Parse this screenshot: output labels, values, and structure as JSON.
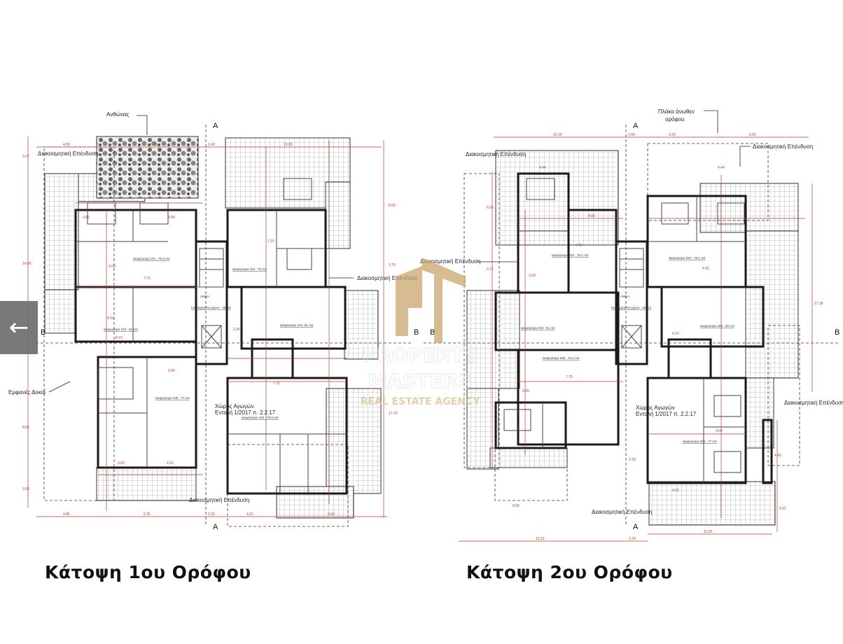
{
  "titles": {
    "floor1": "Κάτοψη 1ου Ορόφου",
    "floor2": "Κάτοψη 2ου Ορόφου"
  },
  "navigation": {
    "prev_icon": "arrow-left-icon",
    "prev_glyph": "←"
  },
  "watermark": {
    "line1": "PROPERTY",
    "line2": "MASTERS",
    "line3": "REAL ESTATE AGENCY",
    "color": "#c9a66b"
  },
  "colors": {
    "dimension": "#c0392b",
    "wall": "#1a1a1a",
    "tile": "#9a9a9a"
  },
  "floor1": {
    "annotations": {
      "garden": "Ανθώνας",
      "cladding_top": "Διακοσμητική Επένδυση",
      "cladding_right": "Διακοσμητική Επένδυση",
      "cladding_bottom": "Διακοσμητική Επένδυση",
      "beams": "Εμφανές Δοκοί",
      "ducts_1": "Χώρος Αγωγών",
      "ducts_2": "Εντολή 1/2017 π. 2.2.17"
    },
    "rooms": {
      "apt101": "Διαμέρισμα 101 : 75,5 m2",
      "apt102": "Διαμέρισμα 102 : 75 m2",
      "apt103": "Διαμέρισμα 103 : 61 m2",
      "apt104": "Διαμέρισμα 104: 61 m2",
      "apt105": "Διαμέρισμα 105 : 77 m2",
      "apt106": "Διαμέρισμα 106 : 78,5 m2",
      "common": "Κοινόχρηστοι χώροι : 48 m2",
      "accessible": "ΑΜΕΑ"
    },
    "dimensions": {
      "top": [
        "4.85",
        "6.75",
        "2.40",
        "10.20"
      ],
      "bottom": [
        "4.85",
        "6.35",
        "2.39",
        "4.21",
        "9.00"
      ],
      "left": [
        "3.07",
        "14.85",
        "8.65",
        "3.90"
      ],
      "right": [
        "8.05",
        "3.75",
        "17.23"
      ],
      "inner": [
        "3.60",
        "3.00",
        "4.00",
        "7.75",
        "7.15",
        "4.52",
        "8.15",
        "1.25",
        "7.75",
        "3.40",
        "3.60",
        "4.15"
      ]
    },
    "sections": {
      "a_top": "A",
      "a_bottom": "A",
      "b_left": "B",
      "b_right": "B"
    }
  },
  "floor2": {
    "annotations": {
      "slab_1": "Πλάκα άνωθεν",
      "slab_2": "ορόφου",
      "cladding_topleft": "Διακοσμητική Επένδυση",
      "cladding_topright": "Διακοσμητική Επένδυση",
      "cladding_left": "Διακοσμητική Επένδυση",
      "cladding_right": "Διακοσμητική Επένδυση",
      "cladding_bottom": "Διακοσμητική Επένδυση",
      "ducts_1": "Χώρος Αγωγών",
      "ducts_2": "Εντολή 1/2017 π. 2.2.17"
    },
    "rooms": {
      "apt201": "Διαμέρισμα 201 : 76,1 m2",
      "apt202": "Διαμέρισμα 202 : 75,1 m2",
      "apt203": "Διαμέρισμα 203 : 61 m2",
      "apt204": "Διαμέρισμα 204 : 60 m2",
      "apt205": "Διαμέρισμα 205 : 78,2 m2",
      "apt206": "Διαμέρισμα 206 : 77 m2",
      "common": "Κοινόχρηστοι χώροι : 45 m2",
      "accessible": "ΑΜΕΑ"
    },
    "dimensions": {
      "top": [
        "10.20",
        "2.40",
        "4.33",
        "6.55"
      ],
      "bottom": [
        "13.20",
        "2.39",
        "11.20",
        "8.55"
      ],
      "left": [
        "6.55",
        "3.75"
      ],
      "right": [
        "17.18",
        "4.32",
        "4.49"
      ],
      "inner": [
        "4.44",
        "4.44",
        "7.75",
        "4.06",
        "3.60",
        "4.05",
        "7.75",
        "4.35",
        "4.10",
        "4.15",
        "3.60",
        "2.39"
      ]
    },
    "sections": {
      "a_top": "A",
      "a_bottom": "A",
      "b_left": "B",
      "b_right": "B"
    }
  }
}
